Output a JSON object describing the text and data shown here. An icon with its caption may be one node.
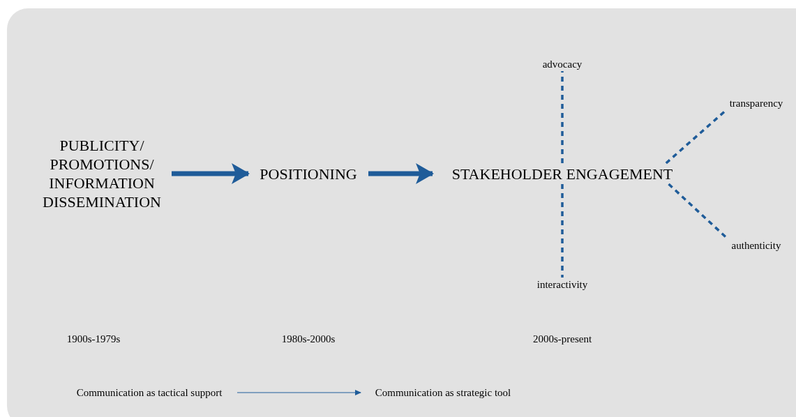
{
  "diagram": {
    "nodes": [
      {
        "text": [
          "PUBLICITY/ PROMOTIONS/ INFORMATION DISSEMINATION"
        ]
      },
      {
        "text": [
          "POSITIONING"
        ]
      },
      {
        "text": [
          "STAKEHOLDER ENGAGEMENT"
        ]
      },
      {
        "text": [
          "advocacy"
        ]
      },
      {
        "text": [
          "transparency"
        ]
      },
      {
        "text": [
          "authenticity"
        ]
      },
      {
        "text": [
          "interactivity"
        ]
      },
      {
        "text": [
          "Communication as tactical support"
        ]
      },
      {
        "text": [
          "Communication as strategic tool"
        ]
      }
    ],
    "edges": [
      {
        "from": 0,
        "to": 1,
        "arrow": "to",
        "style": "thick"
      },
      {
        "from": 1,
        "to": 2,
        "arrow": "to",
        "style": "thick"
      },
      {
        "from": 2,
        "to": 3,
        "arrow": "none",
        "style": "dashed"
      },
      {
        "from": 2,
        "to": 4,
        "arrow": "none",
        "style": "dashed"
      },
      {
        "from": 2,
        "to": 5,
        "arrow": "none",
        "style": "dashed"
      },
      {
        "from": 2,
        "to": 6,
        "arrow": "none",
        "style": "dashed"
      },
      {
        "from": 7,
        "to": 8,
        "arrow": "to"
      }
    ],
    "labels": [
      "1900s-1979s",
      "1980s-2000s",
      "2000s-present"
    ]
  }
}
